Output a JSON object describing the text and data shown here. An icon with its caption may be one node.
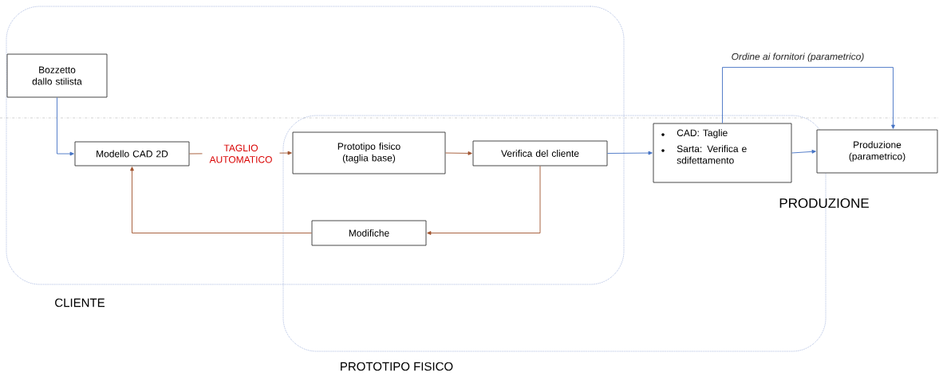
{
  "diagram": {
    "nodes": [
      {
        "text": [
          "CLIENTE"
        ]
      },
      {
        "text": [
          "PROTOTIPO FISICO"
        ]
      },
      {
        "text": [
          "Bozzetto dallo stilista"
        ],
        "in": 0
      },
      {
        "text": [
          "Modello CAD 2D"
        ],
        "in": 0
      },
      {
        "text": [
          "Prototipo fisico (taglia base)"
        ]
      },
      {
        "text": [
          "Verifica del cliente"
        ]
      },
      {
        "text": [
          "Modifiche"
        ]
      },
      {
        "text": [
          "CAD: Taglie",
          "Sarta: Verifica e sdifettamento"
        ],
        "in": 1
      },
      {
        "text": [
          "Produzione (parametrico)"
        ]
      }
    ],
    "edges": [
      {
        "from": 2,
        "to": 3,
        "arrow": "to",
        "color": "#4472c4"
      },
      {
        "from": 3,
        "to": 4,
        "arrow": "to",
        "label": "TAGLIO AUTOMATICO",
        "color": "#a0522d"
      },
      {
        "from": 4,
        "to": 5,
        "arrow": "to",
        "color": "#a0522d"
      },
      {
        "from": 5,
        "to": 7,
        "arrow": "to",
        "color": "#4472c4"
      },
      {
        "from": 5,
        "to": 6,
        "arrow": "to",
        "color": "#a0522d"
      },
      {
        "from": 6,
        "to": 3,
        "arrow": "to",
        "color": "#a0522d"
      },
      {
        "from": 7,
        "to": 8,
        "arrow": "to",
        "color": "#4472c4"
      },
      {
        "from": 7,
        "to": 8,
        "arrow": "to",
        "label": "Ordine ai fornitori (parametrico)",
        "color": "#4472c4"
      }
    ],
    "labels": [
      "PRODUZIONE"
    ]
  }
}
